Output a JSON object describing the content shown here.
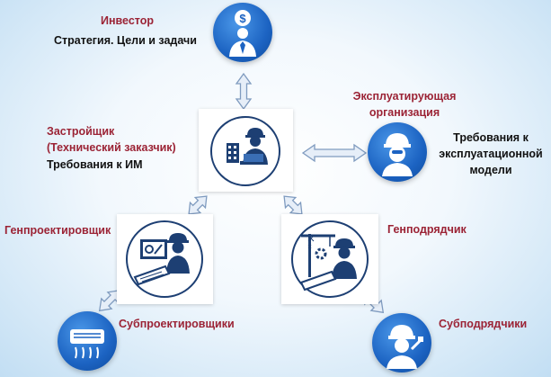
{
  "investor": {
    "title": "Инвестор",
    "subtitle": "Стратегия. Цели и задачи"
  },
  "developer": {
    "title_line1": "Застройщик",
    "title_line2": "(Технический заказчик)",
    "subtitle": "Требования к ИМ"
  },
  "operator": {
    "title_line1": "Эксплуатирующая",
    "title_line2": "организация",
    "req_line1": "Требования к",
    "req_line2": "эксплуатационной",
    "req_line3": "модели"
  },
  "general_designer": {
    "title": "Генпроектировщик"
  },
  "general_contractor": {
    "title": "Генподрядчик"
  },
  "subdesigners": {
    "title": "Субпроектировщики"
  },
  "subcontractors": {
    "title": "Субподрядчики"
  },
  "colors": {
    "label_red": "#9b2335",
    "icon_blue": "#1c63c2",
    "arrow_fill": "#e6eef8",
    "arrow_stroke": "#7f9bbf"
  },
  "icons": {
    "investor": "businessman-dollar-icon",
    "developer": "engineer-building-icon",
    "operator": "worker-cap-icon",
    "general_designer": "designer-blueprint-icon",
    "general_contractor": "crane-worker-icon",
    "subdesigners": "ventilation-unit-icon",
    "subcontractors": "builder-worker-icon"
  }
}
